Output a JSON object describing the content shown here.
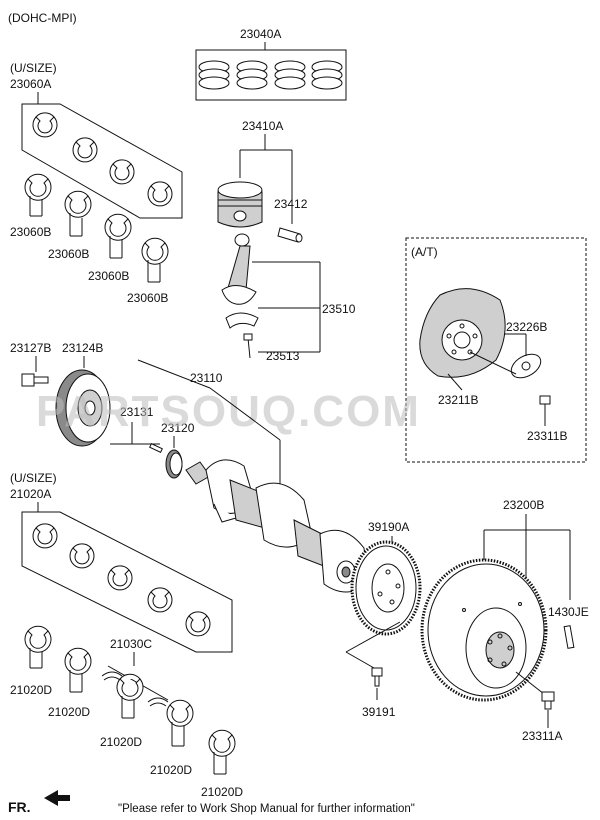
{
  "header": {
    "engine_label": "(DOHC-MPI)"
  },
  "sections": {
    "undersize_top": "(U/SIZE)",
    "undersize_bottom": "(U/SIZE)",
    "at_label": "(A/T)"
  },
  "parts": {
    "p23040A": "23040A",
    "p23060A": "23060A",
    "p23410A": "23410A",
    "p23412": "23412",
    "p23060B_1": "23060B",
    "p23060B_2": "23060B",
    "p23060B_3": "23060B",
    "p23060B_4": "23060B",
    "p23510": "23510",
    "p23513": "23513",
    "p23127B": "23127B",
    "p23124B": "23124B",
    "p23110": "23110",
    "p23131": "23131",
    "p23120": "23120",
    "p23226B": "23226B",
    "p23211B": "23211B",
    "p23311B": "23311B",
    "p21020A": "21020A",
    "p39190A": "39190A",
    "p23200B": "23200B",
    "p1430JE": "1430JE",
    "p21030C": "21030C",
    "p21020D_1": "21020D",
    "p21020D_2": "21020D",
    "p21020D_3": "21020D",
    "p21020D_4": "21020D",
    "p21020D_5": "21020D",
    "p39191": "39191",
    "p23311A": "23311A"
  },
  "watermark": "PARTSOUQ.COM",
  "footer": {
    "direction": "FR.",
    "note": "\"Please refer to Work Shop Manual for further information\""
  },
  "icons": {
    "front_arrow": "front-arrow-icon"
  }
}
